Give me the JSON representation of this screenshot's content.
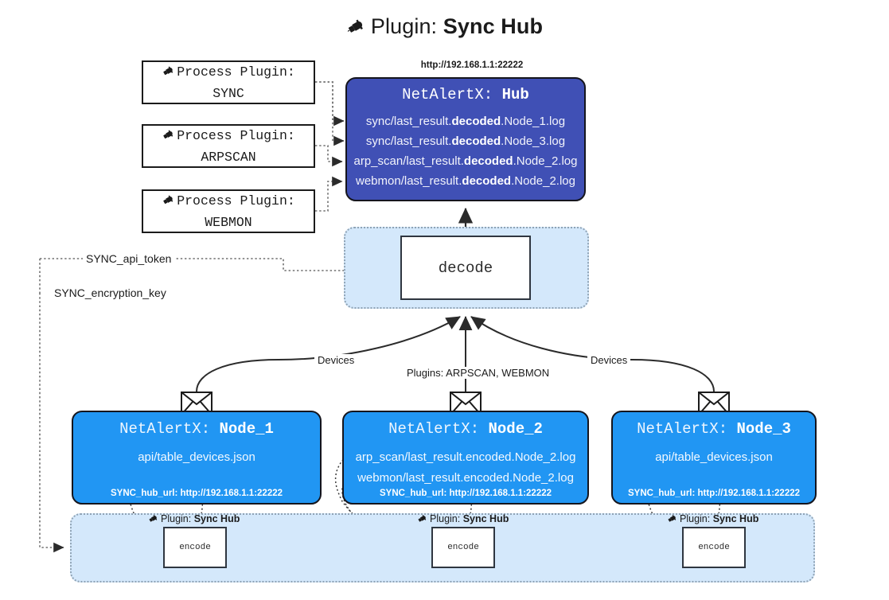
{
  "header": {
    "icon": "plug-icon",
    "prefix": "Plugin: ",
    "title": "Sync Hub"
  },
  "process_plugins": {
    "caption": "Process Plugin:",
    "items": [
      {
        "name": "SYNC"
      },
      {
        "name": "ARPSCAN"
      },
      {
        "name": "WEBMON"
      }
    ]
  },
  "hub": {
    "url": "http://192.168.1.1:22222",
    "title_prefix": "NetAlertX: ",
    "title_name": "Hub",
    "logs": [
      {
        "pre": "sync/last_result.",
        "em": "decoded",
        "post": ".Node_1.log"
      },
      {
        "pre": "sync/last_result.",
        "em": "decoded",
        "post": ".Node_3.log"
      },
      {
        "pre": "arp_scan/last_result.",
        "em": "decoded",
        "post": ".Node_2.log"
      },
      {
        "pre": "webmon/last_result.",
        "em": "decoded",
        "post": ".Node_2.log"
      }
    ]
  },
  "decode": {
    "label": "decode"
  },
  "settings": {
    "api_token": "SYNC_api_token",
    "encryption_key": "SYNC_encryption_key"
  },
  "edge_labels": {
    "left_devices": "Devices",
    "center_plugins": "Plugins: ARPSCAN, WEBMON",
    "right_devices": "Devices"
  },
  "nodes": [
    {
      "title_prefix": "NetAlertX: ",
      "title_name": "Node_1",
      "lines": [
        "api/table_devices.json"
      ],
      "footer": "SYNC_hub_url: http://192.168.1.1:22222",
      "mail_icon": "envelope-icon"
    },
    {
      "title_prefix": "NetAlertX: ",
      "title_name": "Node_2",
      "lines": [
        "arp_scan/last_result.encoded.Node_2.log",
        "webmon/last_result.encoded.Node_2.log"
      ],
      "footer": "SYNC_hub_url: http://192.168.1.1:22222",
      "mail_icon": "envelope-icon"
    },
    {
      "title_prefix": "NetAlertX: ",
      "title_name": "Node_3",
      "lines": [
        "api/table_devices.json"
      ],
      "footer": "SYNC_hub_url: http://192.168.1.1:22222",
      "mail_icon": "envelope-icon"
    }
  ],
  "encoders": [
    {
      "caption_prefix": "Plugin: ",
      "caption_name": "Sync Hub",
      "label": "encode"
    },
    {
      "caption_prefix": "Plugin: ",
      "caption_name": "Sync Hub",
      "label": "encode"
    },
    {
      "caption_prefix": "Plugin: ",
      "caption_name": "Sync Hub",
      "label": "encode"
    }
  ],
  "colors": {
    "hub_fill": "#4050b5",
    "node_fill": "#2196f3",
    "region_fill": "#d4e8fb",
    "stroke": "#15151d"
  }
}
